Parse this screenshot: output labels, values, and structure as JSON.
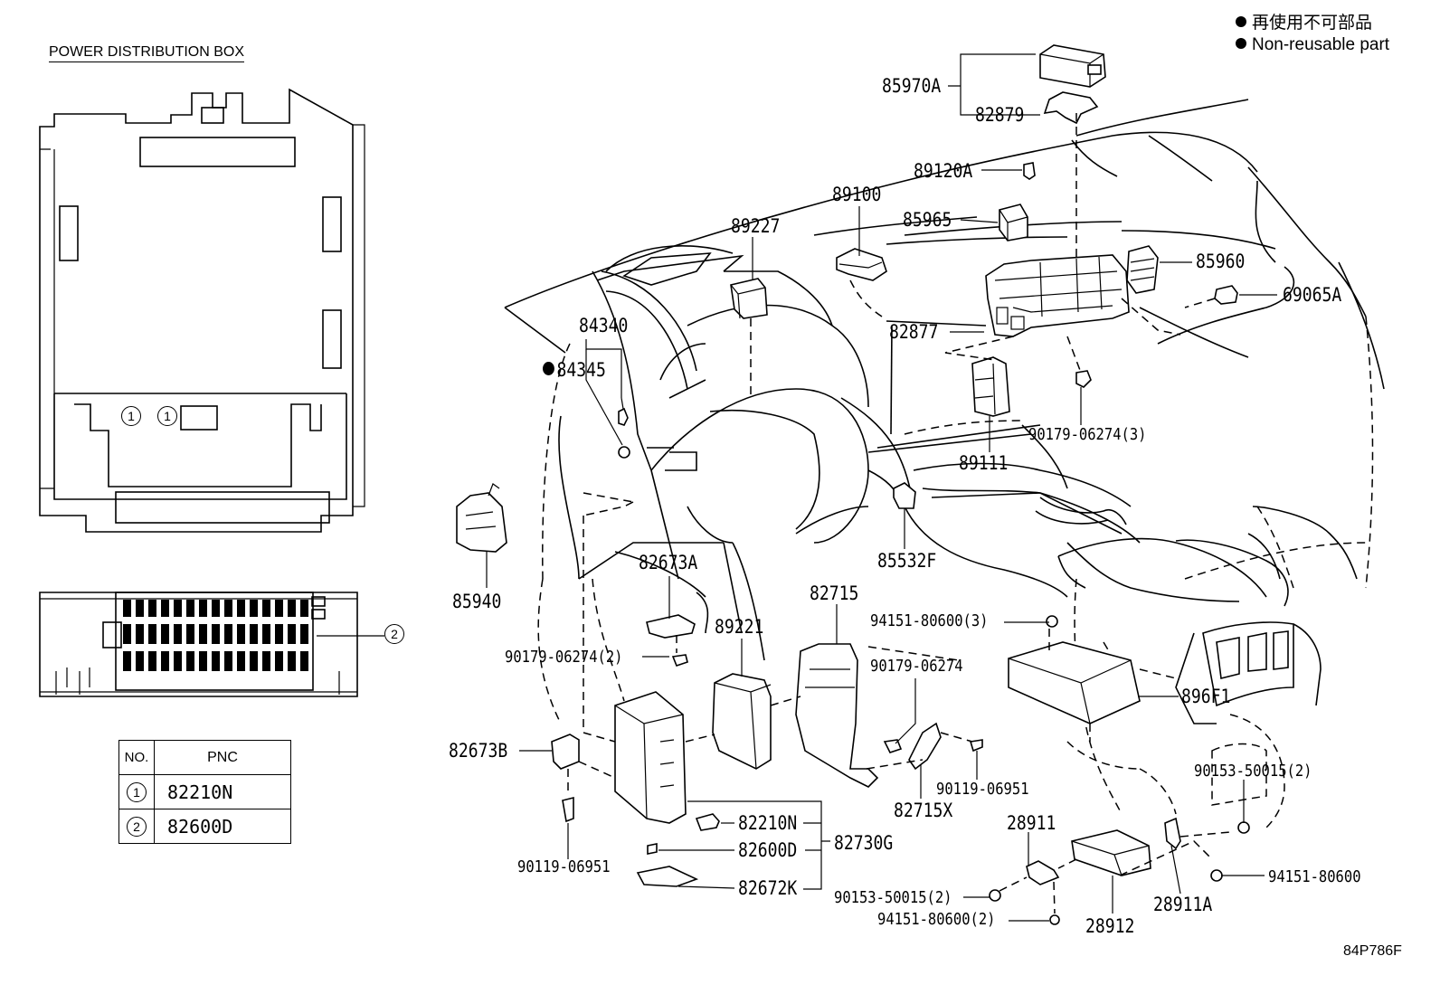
{
  "legend": {
    "jp": "再使用不可部品",
    "en": "Non-reusable part"
  },
  "box_title": "POWER DISTRIBUTION BOX",
  "circle_marks": {
    "one": "1",
    "two": "2"
  },
  "table": {
    "headers": [
      "NO.",
      "PNC"
    ],
    "rows": [
      {
        "no": "1",
        "pnc": "82210N"
      },
      {
        "no": "2",
        "pnc": "82600D"
      }
    ]
  },
  "parts": {
    "p85970A": "85970A",
    "p82879": "82879",
    "p89120A": "89120A",
    "p89100": "89100",
    "p85965": "85965",
    "p89227": "89227",
    "p85960": "85960",
    "p69065A": "69065A",
    "p82877": "82877",
    "p84340": "84340",
    "p84345": "84345",
    "p90179_3": "90179-06274(3)",
    "p89111": "89111",
    "p85532F": "85532F",
    "p85940": "85940",
    "p82673A": "82673A",
    "p82715": "82715",
    "p94151_3": "94151-80600(3)",
    "p89221": "89221",
    "p90179_2": "90179-06274(2)",
    "p90179": "90179-06274",
    "p896F1": "896F1",
    "p82673B": "82673B",
    "p90119a": "90119-06951",
    "p82715X": "82715X",
    "p90153_2b": "90153-50015(2)",
    "p82210N": "82210N",
    "p28911": "28911",
    "p82730G": "82730G",
    "p82600D": "82600D",
    "p90119b": "90119-06951",
    "p94151": "94151-80600",
    "p82672K": "82672K",
    "p90153_2": "90153-50015(2)",
    "p28911A": "28911A",
    "p94151_2": "94151-80600(2)",
    "p28912": "28912"
  },
  "drawing_code": "84P786F"
}
